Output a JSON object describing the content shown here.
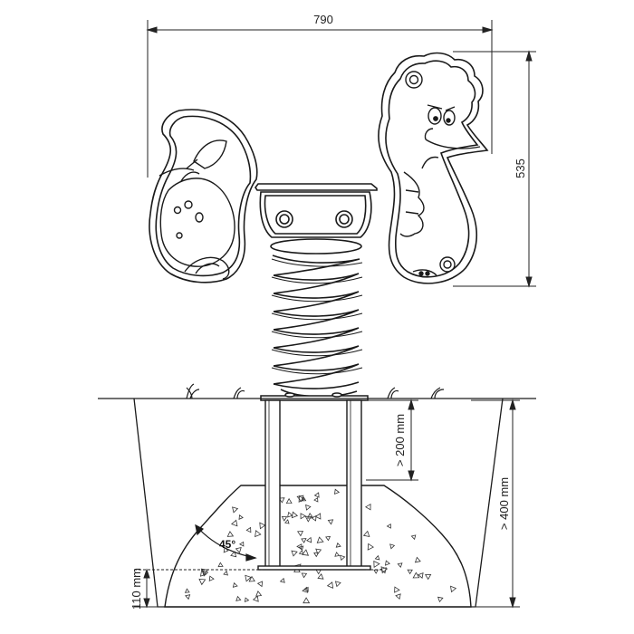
{
  "dimensions": {
    "overall_width": "790",
    "overall_height": "535",
    "anchor_depth": "> 200 mm",
    "foundation_depth": "> 400 mm",
    "base_thickness": "110 mm"
  },
  "foundation": {
    "slope_angle": "45°"
  },
  "colors": {
    "line": "#1a1a1a",
    "background": "#ffffff"
  }
}
